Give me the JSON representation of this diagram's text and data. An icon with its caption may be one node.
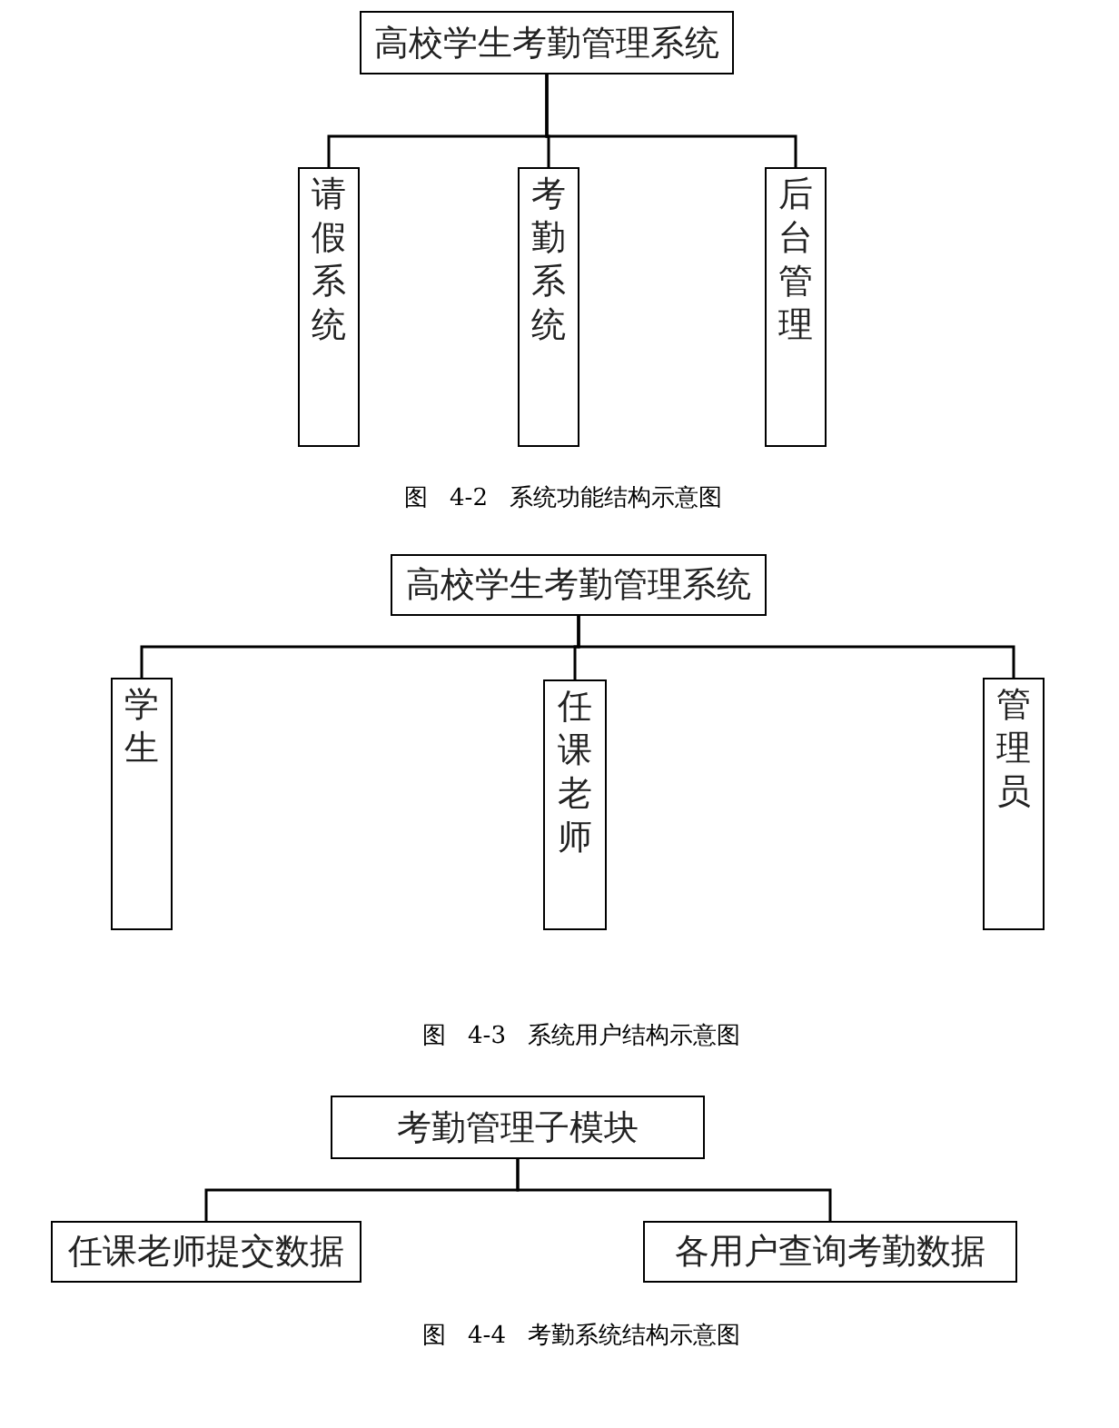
{
  "diagram": {
    "nodes": [
      {
        "text": [
          "高校学生考勤管理系统"
        ]
      },
      {
        "text": [
          "请假系统"
        ]
      },
      {
        "text": [
          "考勤系统"
        ]
      },
      {
        "text": [
          "后台管理"
        ]
      },
      {
        "text": [
          "高校学生考勤管理系统"
        ]
      },
      {
        "text": [
          "学生"
        ]
      },
      {
        "text": [
          "任课老师"
        ]
      },
      {
        "text": [
          "管理员"
        ]
      },
      {
        "text": [
          "考勤管理子模块"
        ]
      },
      {
        "text": [
          "任课老师提交数据"
        ]
      },
      {
        "text": [
          "各用户查询考勤数据"
        ]
      }
    ],
    "edges": [
      {
        "from": 0,
        "to": 1,
        "arrow": "none"
      },
      {
        "from": 0,
        "to": 2,
        "arrow": "none"
      },
      {
        "from": 0,
        "to": 3,
        "arrow": "none"
      },
      {
        "from": 4,
        "to": 5,
        "arrow": "none"
      },
      {
        "from": 4,
        "to": 6,
        "arrow": "none"
      },
      {
        "from": 4,
        "to": 7,
        "arrow": "none"
      },
      {
        "from": 8,
        "to": 9,
        "arrow": "none"
      },
      {
        "from": 8,
        "to": 10,
        "arrow": "none"
      }
    ],
    "labels": [
      "图 4-2 系统功能结构示意图",
      "图 4-3 系统用户结构示意图",
      "图 4-4 考勤系统结构示意图"
    ]
  }
}
